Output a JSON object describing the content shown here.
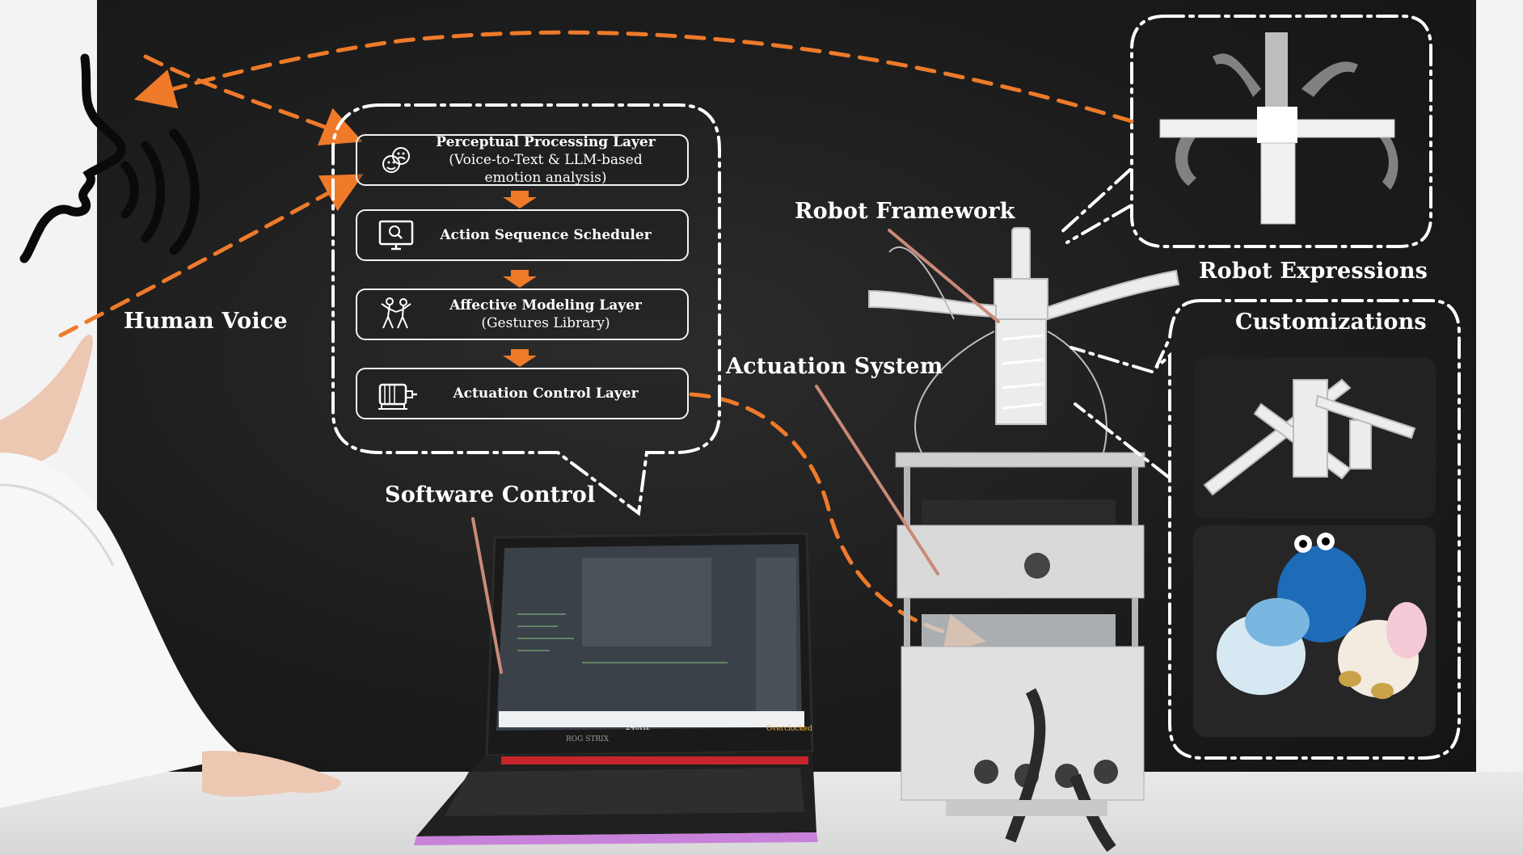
{
  "labels": {
    "human_voice": "Human Voice",
    "software_control": "Software Control",
    "robot_framework": "Robot Framework",
    "actuation_system": "Actuation System",
    "robot_expressions": "Robot Expressions",
    "customizations": "Customizations"
  },
  "pipeline": {
    "layers": [
      {
        "title": "Perceptual Processing Layer",
        "subtitle": "(Voice-to-Text & LLM-based emotion analysis)",
        "icon": "faces-icon"
      },
      {
        "title": "Action Sequence Scheduler",
        "subtitle": "",
        "icon": "monitor-search-icon"
      },
      {
        "title": "Affective Modeling Layer",
        "subtitle": "(Gestures Library)",
        "icon": "dancing-figures-icon"
      },
      {
        "title": "Actuation Control Layer",
        "subtitle": "",
        "icon": "motor-icon"
      }
    ]
  },
  "laptop": {
    "brand": "ROG STRIX",
    "screen_badge": "Overclocked",
    "refresh": "240Hz"
  },
  "colors": {
    "accent_orange": "#ee7a2a",
    "backdrop": "#1c1c1c",
    "white": "#ffffff",
    "pointer": "#c98a78"
  }
}
